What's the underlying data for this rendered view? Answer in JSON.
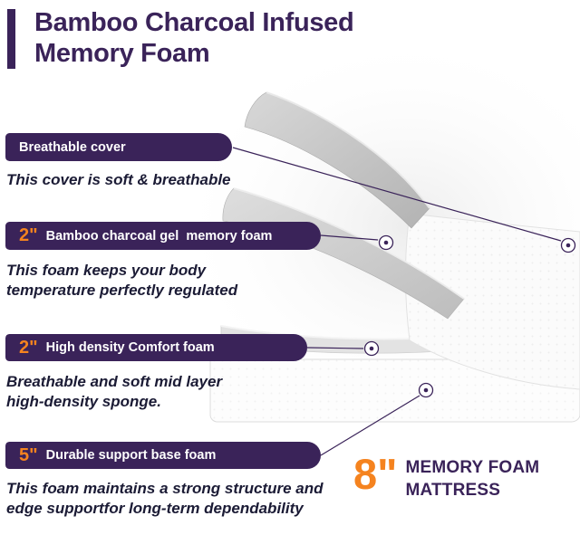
{
  "colors": {
    "purple": "#3a2359",
    "orange": "#f5831f"
  },
  "title": {
    "line1": "Bamboo Charcoal Infused",
    "line2": "Memory Foam"
  },
  "callouts": [
    {
      "size": "",
      "label": "Breathable cover",
      "desc": "This cover is soft & breathable",
      "marker": "donut-marker"
    },
    {
      "size": "2\"",
      "label": "Bamboo charcoal gel  memory foam",
      "desc": "This foam keeps your body\ntemperature perfectly regulated",
      "marker": "donut-marker"
    },
    {
      "size": "2\"",
      "label": "High density Comfort foam",
      "desc": "Breathable and soft mid layer\nhigh-density sponge.",
      "marker": "donut-marker"
    },
    {
      "size": "5\"",
      "label": "Durable support base foam",
      "desc": "This foam maintains a strong structure and\nedge supportfor long-term dependability",
      "marker": "donut-marker"
    }
  ],
  "badge": {
    "size": "8\"",
    "line1": "MEMORY FOAM",
    "line2": "MATTRESS"
  }
}
